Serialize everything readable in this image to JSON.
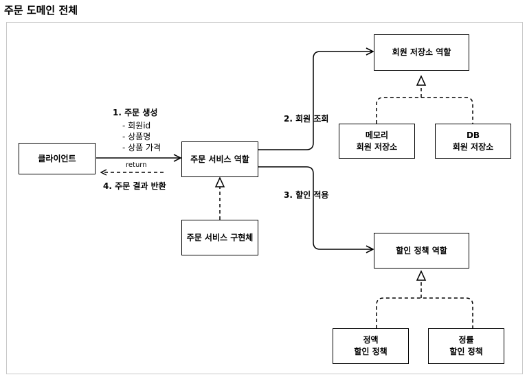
{
  "title": "주문 도메인 전체",
  "boxes": {
    "client": "클라이언트",
    "order_service_role": "주문 서비스 역할",
    "order_service_impl": "주문 서비스 구현체",
    "member_repo_role": "회원 저장소 역할",
    "memory_member_repo": "메모리\n회원 저장소",
    "db_member_repo": "DB\n회원 저장소",
    "discount_policy_role": "할인 정책 역할",
    "fixed_discount_policy": "정액\n할인 정책",
    "rate_discount_policy": "정률\n할인 정책"
  },
  "labels": {
    "create_order": "1. 주문 생성",
    "param_member_id": "- 회원id",
    "param_item_name": "- 상품명",
    "param_item_price": "- 상품 가격",
    "return": "return",
    "return_result": "4. 주문 결과 반환",
    "find_member": "2. 회원 조회",
    "apply_discount": "3. 할인 적용"
  }
}
